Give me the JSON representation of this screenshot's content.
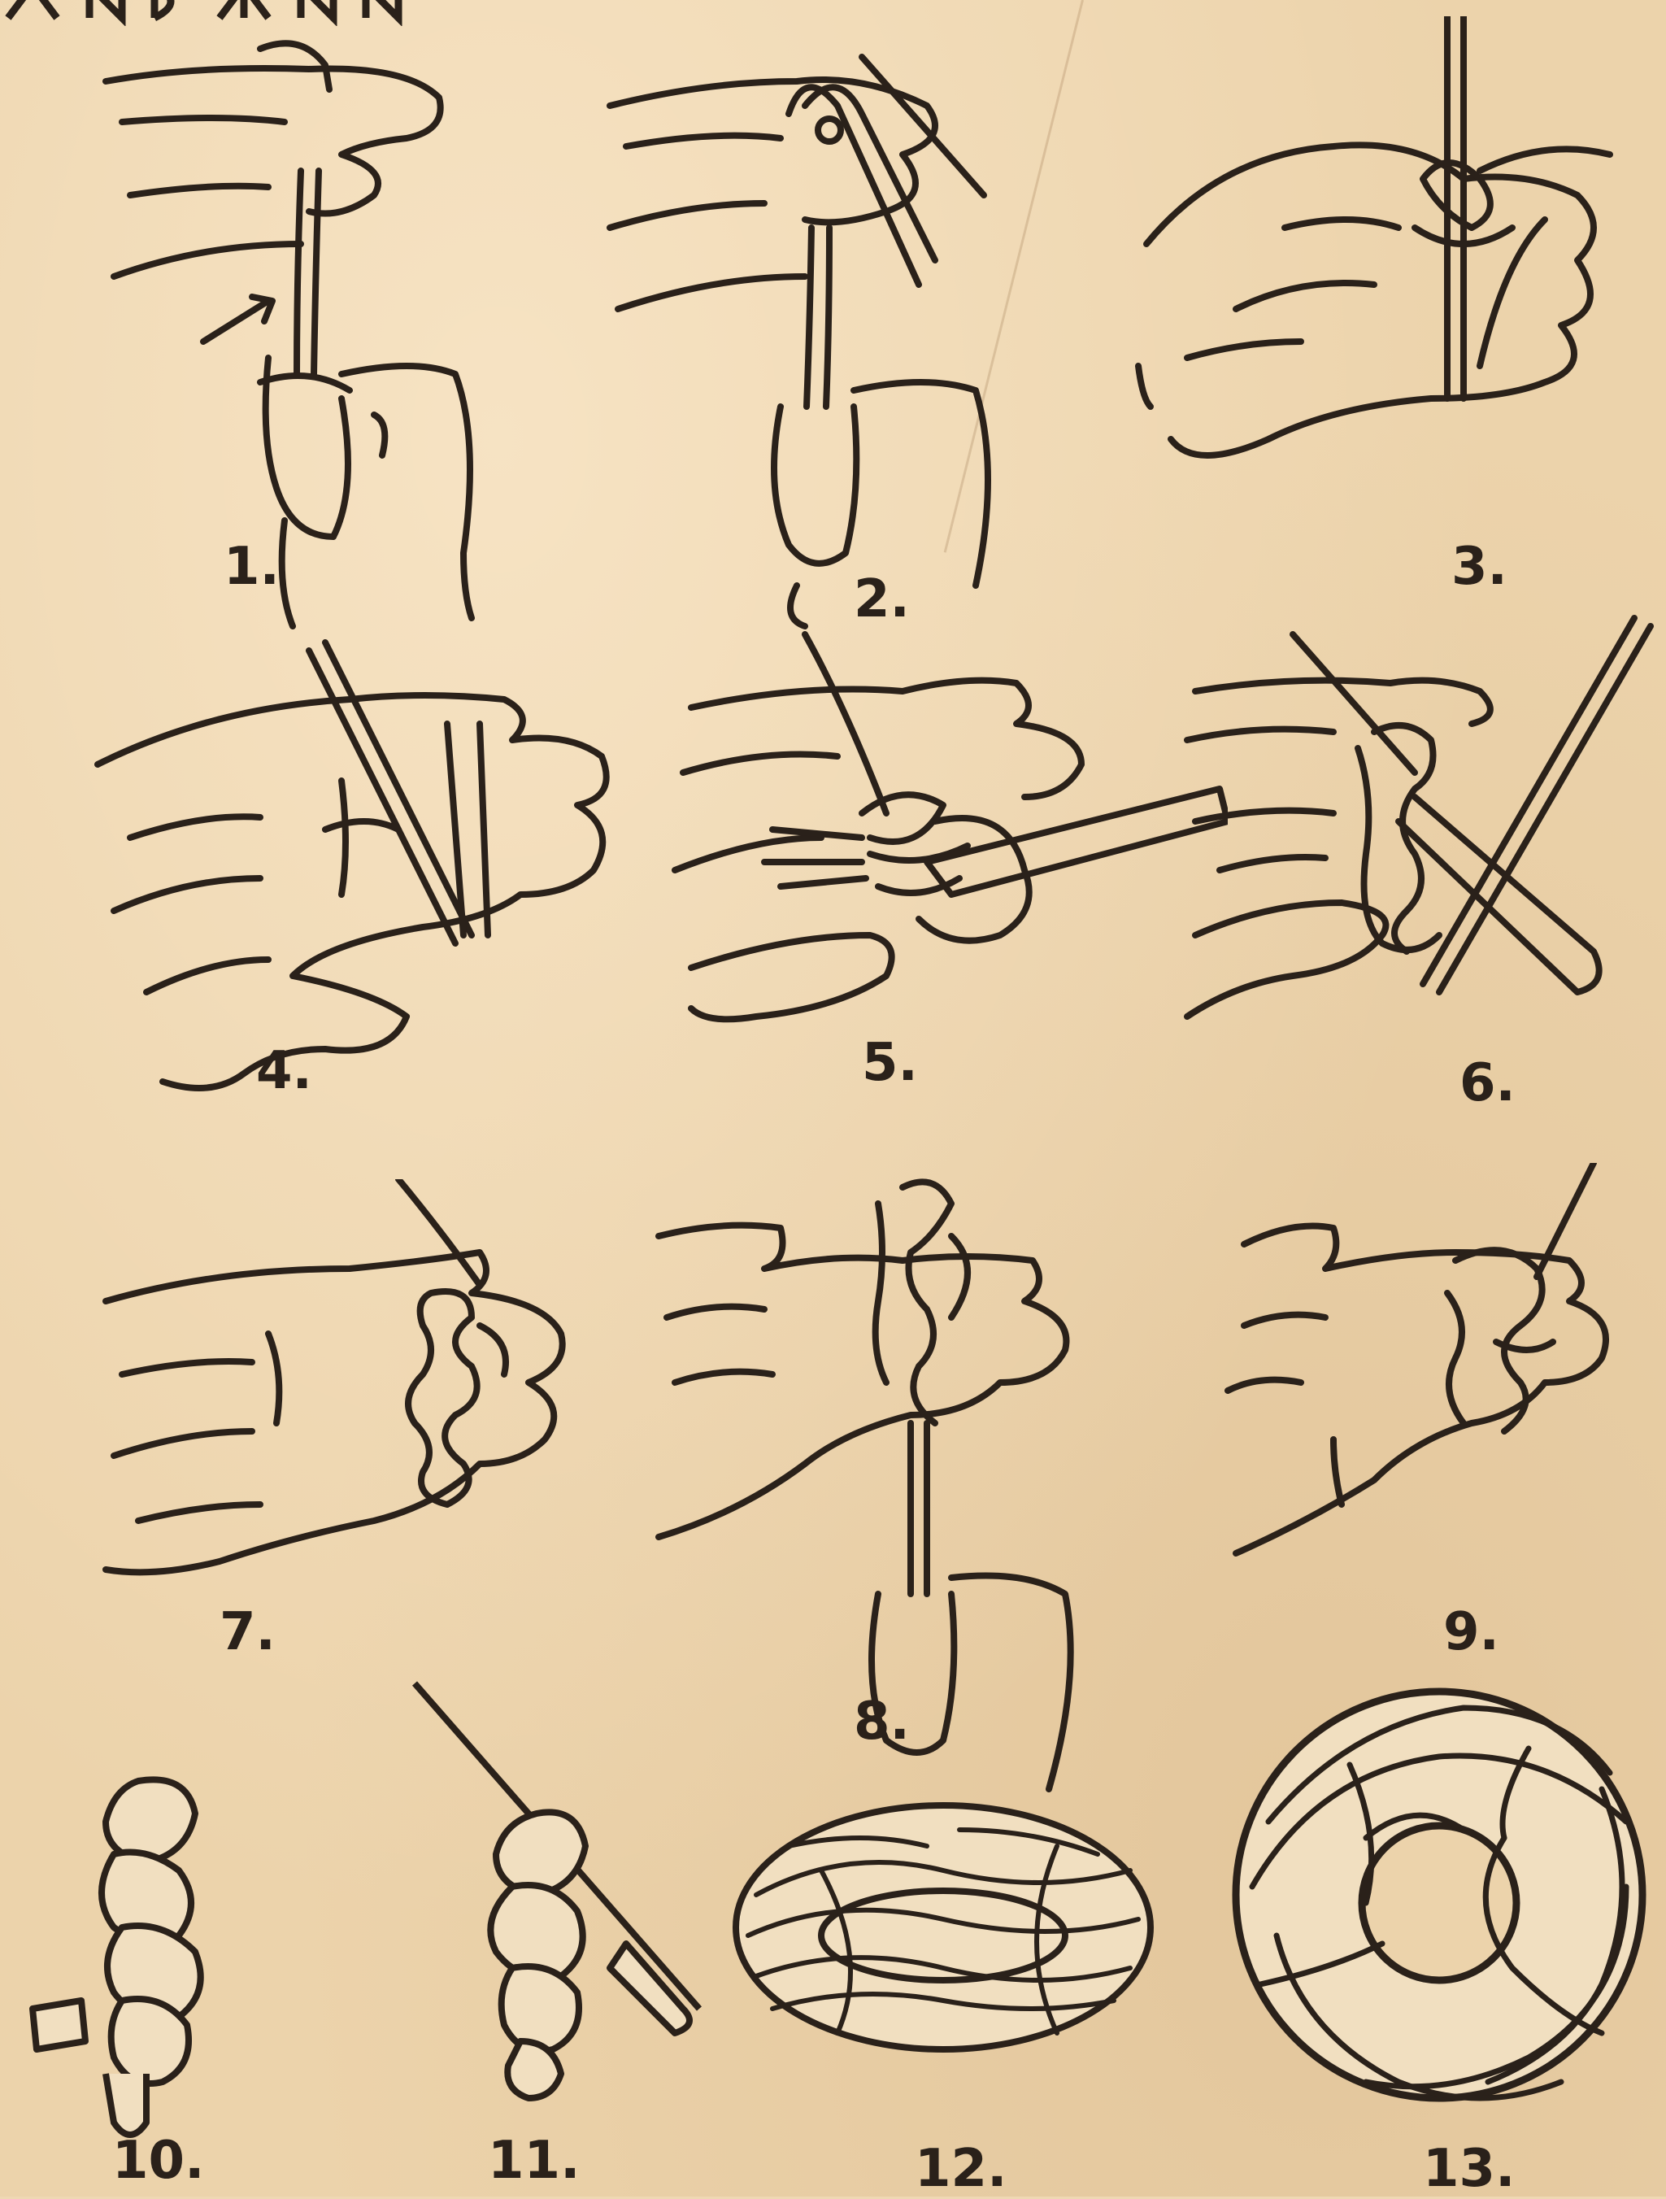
{
  "figure": {
    "labels": [
      "1.",
      "2.",
      "3.",
      "4.",
      "5.",
      "6.",
      "7.",
      "8.",
      "9.",
      "10.",
      "11.",
      "12.",
      "13."
    ]
  },
  "colors": {
    "paper": "#ecd3ab",
    "ink": "#2a211a",
    "rope_fill": "#f1dfc0"
  },
  "icons": {
    "hands": "hand-drawing-icon",
    "knot": "turks-head-knot-icon",
    "needle": "fid-needle-icon"
  }
}
